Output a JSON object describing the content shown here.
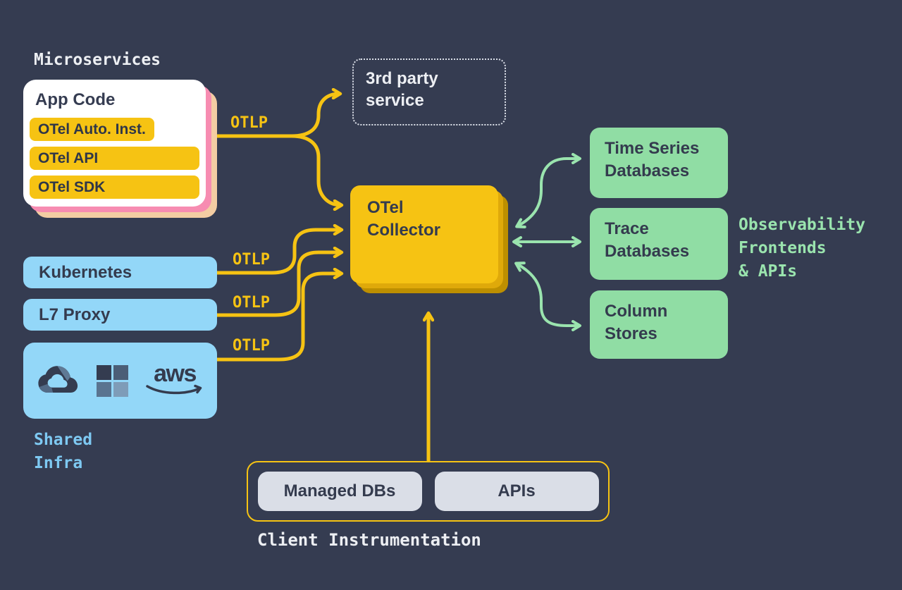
{
  "colors": {
    "bg": "#353C51",
    "yellow": "#F6C313",
    "yellow-mid": "#DFA90A",
    "yellow-deep": "#BD8F00",
    "pink": "#F78CB1",
    "peach": "#F3CDA3",
    "blue": "#93D7F8",
    "blue-text": "#7EC9F2",
    "green": "#90DDA4",
    "green-text": "#9AE4AE",
    "gray-pill": "#DADEE7",
    "white-text": "#EDEFF3"
  },
  "microservices": {
    "label": "Microservices",
    "card": {
      "title": "App Code",
      "pills": [
        "OTel Auto. Inst.",
        "OTel API",
        "OTel SDK"
      ]
    }
  },
  "third_party_service": {
    "label": "3rd party\nservice"
  },
  "otel_collector": {
    "label": "OTel\nCollector"
  },
  "otlp_labels": [
    "OTLP",
    "OTLP",
    "OTLP",
    "OTLP"
  ],
  "infrastructure": {
    "kubernetes": "Kubernetes",
    "l7_proxy": "L7 Proxy",
    "shared_infra_label": "Shared\nInfra",
    "cloud_icons": [
      "google-cloud",
      "microsoft",
      "aws"
    ],
    "aws_text": "aws"
  },
  "databases": [
    {
      "label": "Time Series\nDatabases"
    },
    {
      "label": "Trace\nDatabases"
    },
    {
      "label": "Column\nStores"
    }
  ],
  "observability": {
    "label": "Observability\nFrontends\n& APIs"
  },
  "client_instrumentation": {
    "label": "Client Instrumentation",
    "pills": [
      "Managed DBs",
      "APIs"
    ]
  }
}
